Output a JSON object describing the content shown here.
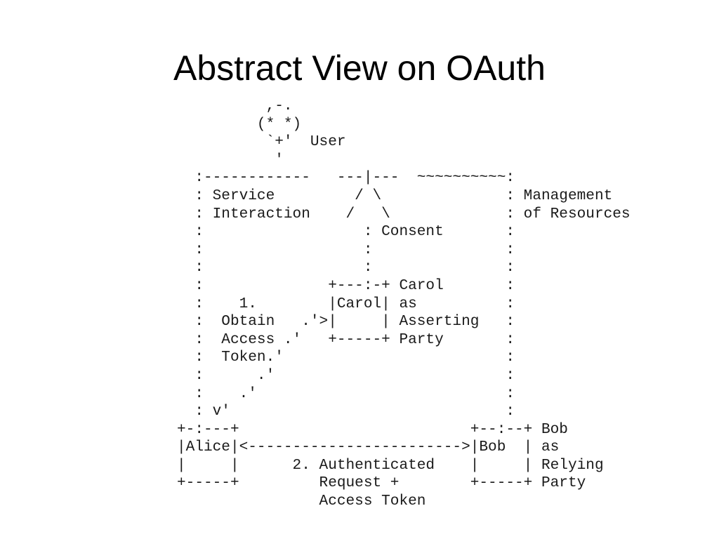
{
  "slide": {
    "title": "Abstract View on OAuth"
  },
  "diagram": {
    "lines": [
      "          ,-.",
      "         (* *)",
      "          `+'  User",
      "           '",
      "  :------------   ---|---  ~~~~~~~~~~:",
      "  : Service         / \\              : Management",
      "  : Interaction    /   \\             : of Resources",
      "  :                  : Consent       :",
      "  :                  :               :",
      "  :                  :               :",
      "  :              +---:-+ Carol       :",
      "  :    1.        |Carol| as          :",
      "  :  Obtain   .'>|     | Asserting   :",
      "  :  Access .'   +-----+ Party       :",
      "  :  Token.'                         :",
      "  :      .'                          :",
      "  :    .'                            :",
      "  : v'                               :",
      "+-:---+                          +--:--+ Bob",
      "|Alice|<------------------------>|Bob  | as",
      "|     |      2. Authenticated    |     | Relying",
      "+-----+         Request +        +-----+ Party",
      "                Access Token"
    ]
  }
}
